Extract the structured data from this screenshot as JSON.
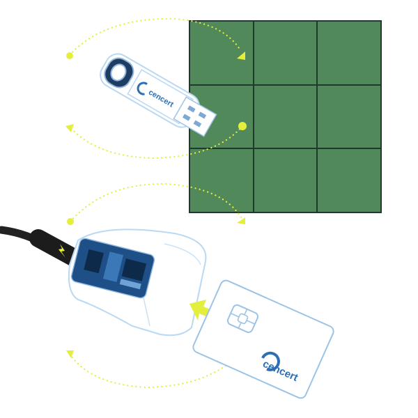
{
  "grid": {
    "rows": 3,
    "cols": 3
  },
  "brand": {
    "token_label": "cencert",
    "card_label": "cencert"
  },
  "colors": {
    "grid_fill": "#52895a",
    "grid_line": "#1d3b2a",
    "accent": "#e4ee3c",
    "outline": "#b9d8f3",
    "brand": "#2c6fb4",
    "chip": "#1e4f86"
  },
  "icons": {
    "usb_token": "usb-token-icon",
    "card_reader": "card-reader-icon",
    "smart_card": "smart-card-icon",
    "insert_arrow": "insert-arrow-icon"
  }
}
